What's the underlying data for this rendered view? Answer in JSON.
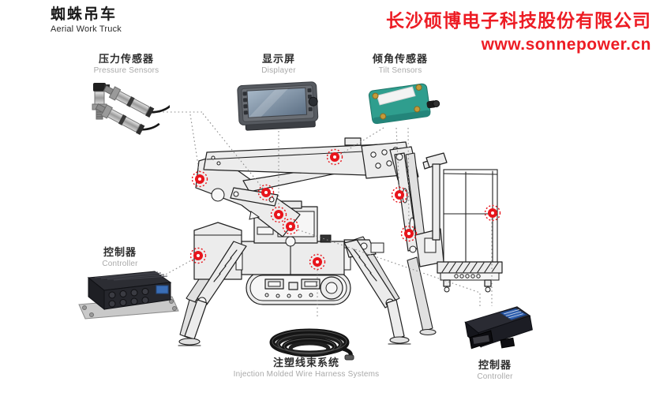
{
  "header": {
    "title_zh": "蜘蛛吊车",
    "title_en": "Aerial Work Truck",
    "company_name": "长沙硕博电子科技股份有限公司",
    "website": "www.sonnepower.cn"
  },
  "colors": {
    "brand_red": "#ed1c24",
    "marker_red": "#e8151c",
    "tilt_sensor_green": "#2f9e8e",
    "label_secondary_gray": "#a9a9a9"
  },
  "callouts": {
    "pressure_sensors": {
      "zh": "压力传感器",
      "en": "Pressure Sensors"
    },
    "displayer": {
      "zh": "显示屏",
      "en": "Displayer"
    },
    "tilt_sensors": {
      "zh": "倾角传感器",
      "en": "Tilt Sensors"
    },
    "controller_left": {
      "zh": "控制器",
      "en": "Controller"
    },
    "wire_harness": {
      "zh": "注塑线束系统",
      "en": "Injection Molded Wire Harness Systems"
    },
    "controller_right": {
      "zh": "控制器",
      "en": "Controller"
    }
  }
}
